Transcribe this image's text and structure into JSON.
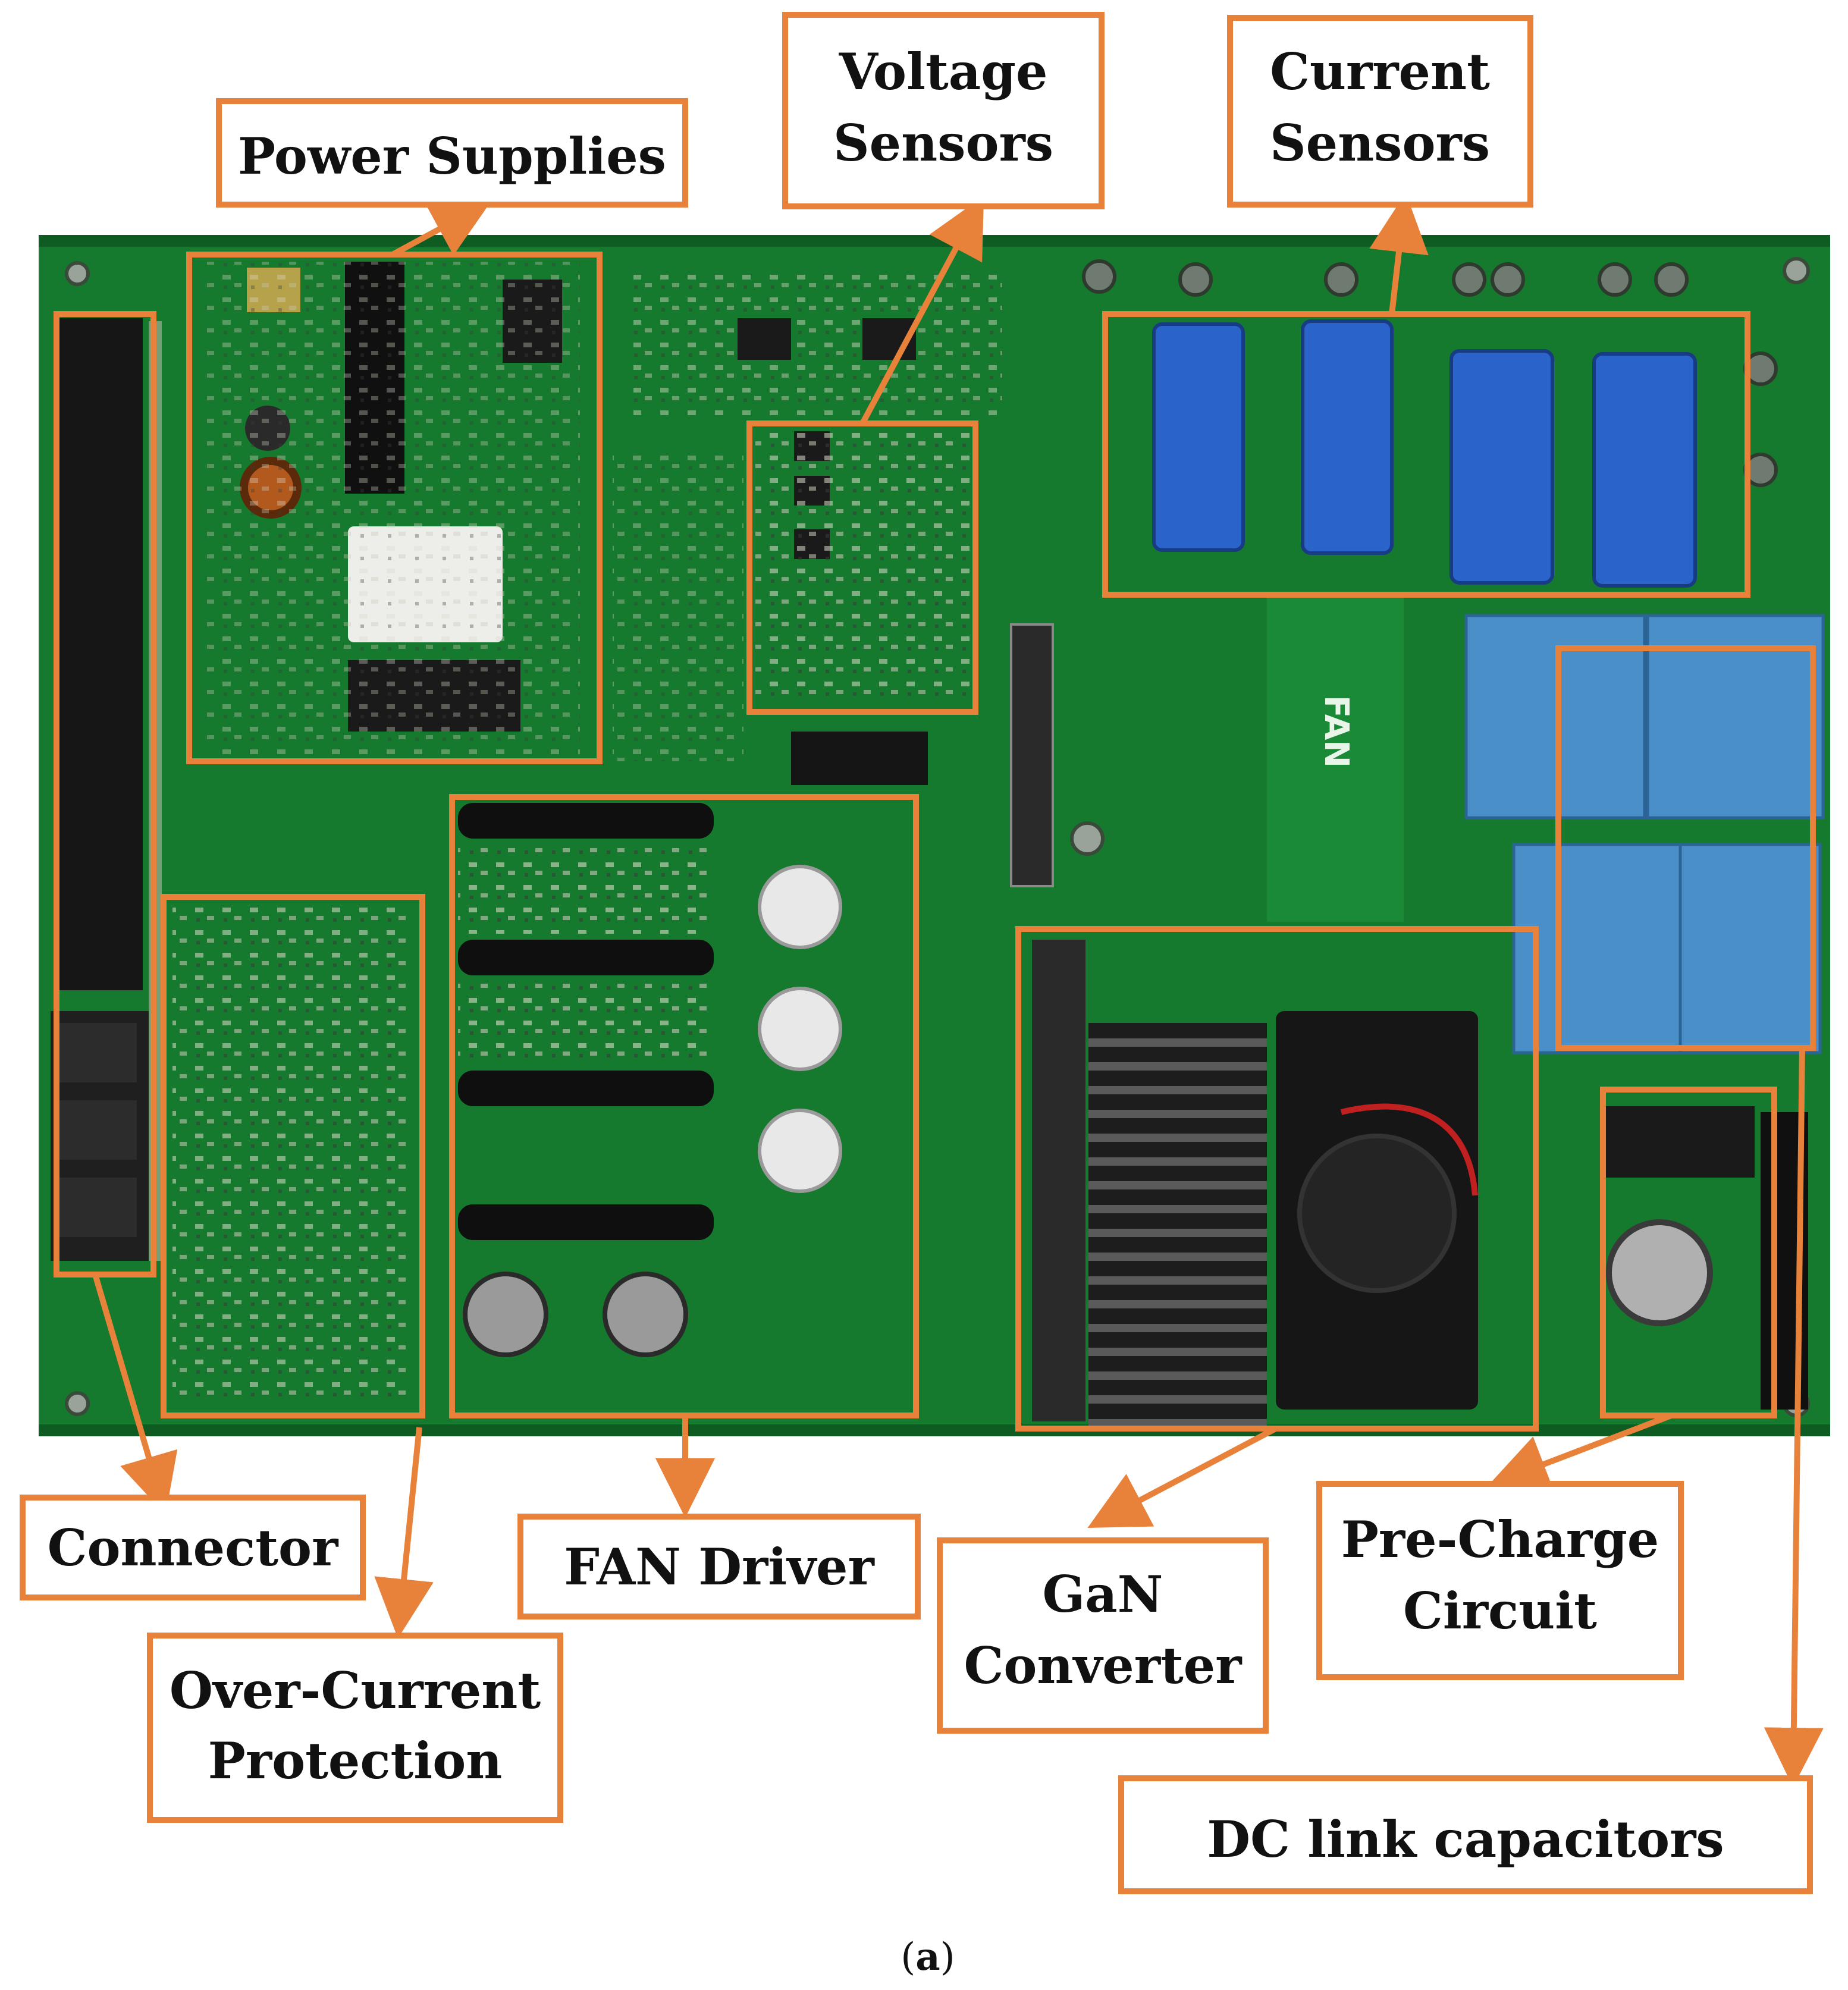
{
  "accent": "#e8823a",
  "board_color": "#157a2e",
  "labels": {
    "power_supplies": [
      "Power Supplies"
    ],
    "voltage_sensors": [
      "Voltage",
      "Sensors"
    ],
    "current_sensors": [
      "Current",
      "Sensors"
    ],
    "connector": [
      "Connector"
    ],
    "over_current": [
      "Over-Current",
      "Protection"
    ],
    "fan_driver": [
      "FAN Driver"
    ],
    "gan_converter": [
      "GaN",
      "Converter"
    ],
    "pre_charge": [
      "Pre-Charge",
      "Circuit"
    ],
    "dc_link": [
      "DC link capacitors"
    ]
  },
  "board_silkscreen": {
    "fan": "FAN"
  },
  "caption": {
    "open": "(",
    "letter": "a",
    "close": ")"
  }
}
